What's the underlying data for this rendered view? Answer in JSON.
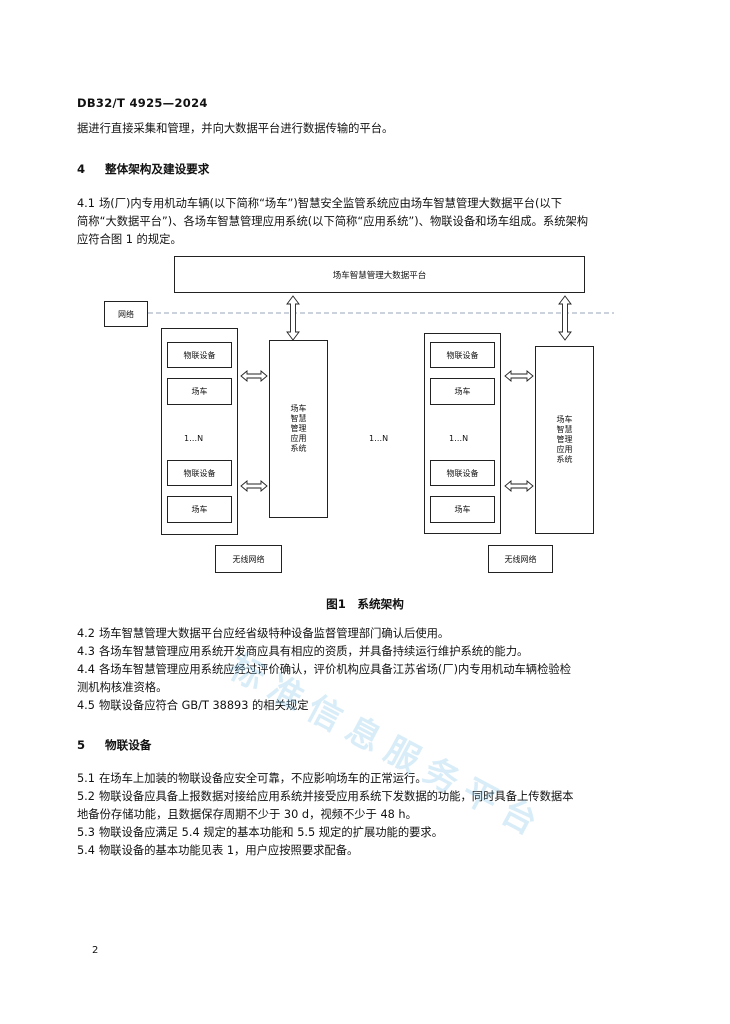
{
  "header": {
    "code": "DB32/T 4925—2024"
  },
  "content": {
    "intro_line": "据进行直接采集和管理，并向大数据平台进行数据传输的平台。",
    "s4": {
      "num": "4",
      "title": "整体架构及建设要求"
    },
    "p41_num": "4.1",
    "p41_l1": "场(厂)内专用机动车辆(以下简称“场车”)智慧安全监管系统应由场车智慧管理大数据平台(以下",
    "p41_l2": "简称“大数据平台”)、各场车智慧管理应用系统(以下简称“应用系统”)、物联设备和场车组成。系统架构",
    "p41_l3": "应符合图 1 的规定。",
    "p42_num": "4.2",
    "p42": "场车智慧管理大数据平台应经省级特种设备监督管理部门确认后使用。",
    "p43_num": "4.3",
    "p43": "各场车智慧管理应用系统开发商应具有相应的资质，并具备持续运行维护系统的能力。",
    "p44_num": "4.4",
    "p44_l1": "各场车智慧管理应用系统应经过评价确认，评价机构应具备江苏省场(厂)内专用机动车辆检验检",
    "p44_l2": "测机构核准资格。",
    "p45_num": "4.5",
    "p45": "物联设备应符合 GB/T 38893 的相关规定",
    "s5": {
      "num": "5",
      "title": "物联设备"
    },
    "p51_num": "5.1",
    "p51": "在场车上加装的物联设备应安全可靠，不应影响场车的正常运行。",
    "p52_num": "5.2",
    "p52_l1": "物联设备应具备上报数据对接给应用系统并接受应用系统下发数据的功能，同时具备上传数据本",
    "p52_l2": "地备份存储功能，且数据保存周期不少于 30 d，视频不少于 48 h。",
    "p53_num": "5.3",
    "p53": "物联设备应满足 5.4 规定的基本功能和 5.5 规定的扩展功能的要求。",
    "p54_num": "5.4",
    "p54": "物联设备的基本功能见表 1，用户应按照要求配备。"
  },
  "diagram": {
    "platform": "场车智慧管理大数据平台",
    "network": "网络",
    "iot_device": "物联设备",
    "vehicle": "场车",
    "range_n": "1…N",
    "app_system_lines": [
      "场车",
      "智慧",
      "管理",
      "应用",
      "系统"
    ],
    "wireless": "无线网络",
    "caption": "图1　系统架构"
  },
  "page_number": "2",
  "watermark": "标准信息服务平台"
}
